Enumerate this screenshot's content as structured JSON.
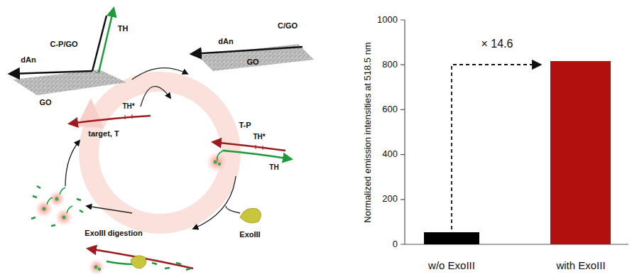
{
  "diagram": {
    "labels": [
      "TH",
      "dAn",
      "C-P/GO",
      "GO",
      "dAn",
      "C/GO",
      "GO",
      "TH*",
      "target, T",
      "TH*",
      "TH",
      "T-P",
      "ExoIII",
      "ExoIII digestion",
      "1000",
      "800",
      "600",
      "400",
      "200",
      "0",
      "Normalized emission intensities at 518.5 nm",
      "× 14.6",
      "w/o ExoIII",
      "with ExoIII"
    ]
  }
}
